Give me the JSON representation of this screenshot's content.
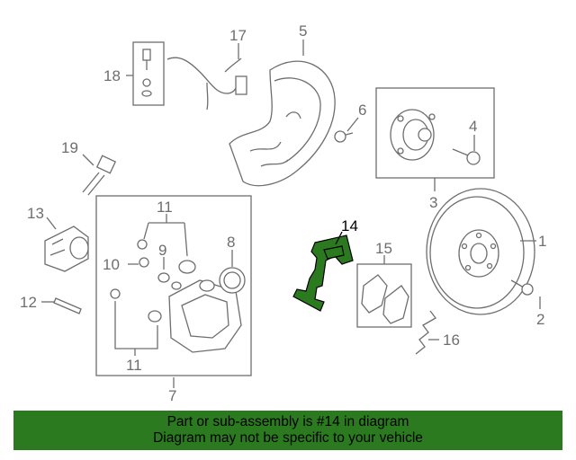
{
  "callouts": {
    "c1": "1",
    "c2": "2",
    "c3": "3",
    "c4": "4",
    "c5": "5",
    "c6": "6",
    "c7": "7",
    "c8": "8",
    "c9": "9",
    "c10": "10",
    "c11a": "11",
    "c11b": "11",
    "c12": "12",
    "c13": "13",
    "c14": "14",
    "c15": "15",
    "c16": "16",
    "c17": "17",
    "c18": "18",
    "c19": "19"
  },
  "highlight_color": "#2b7a1f",
  "banner": {
    "line1": "Part or sub-assembly is #14 in diagram",
    "line2": "Diagram may not be specific to your vehicle"
  }
}
